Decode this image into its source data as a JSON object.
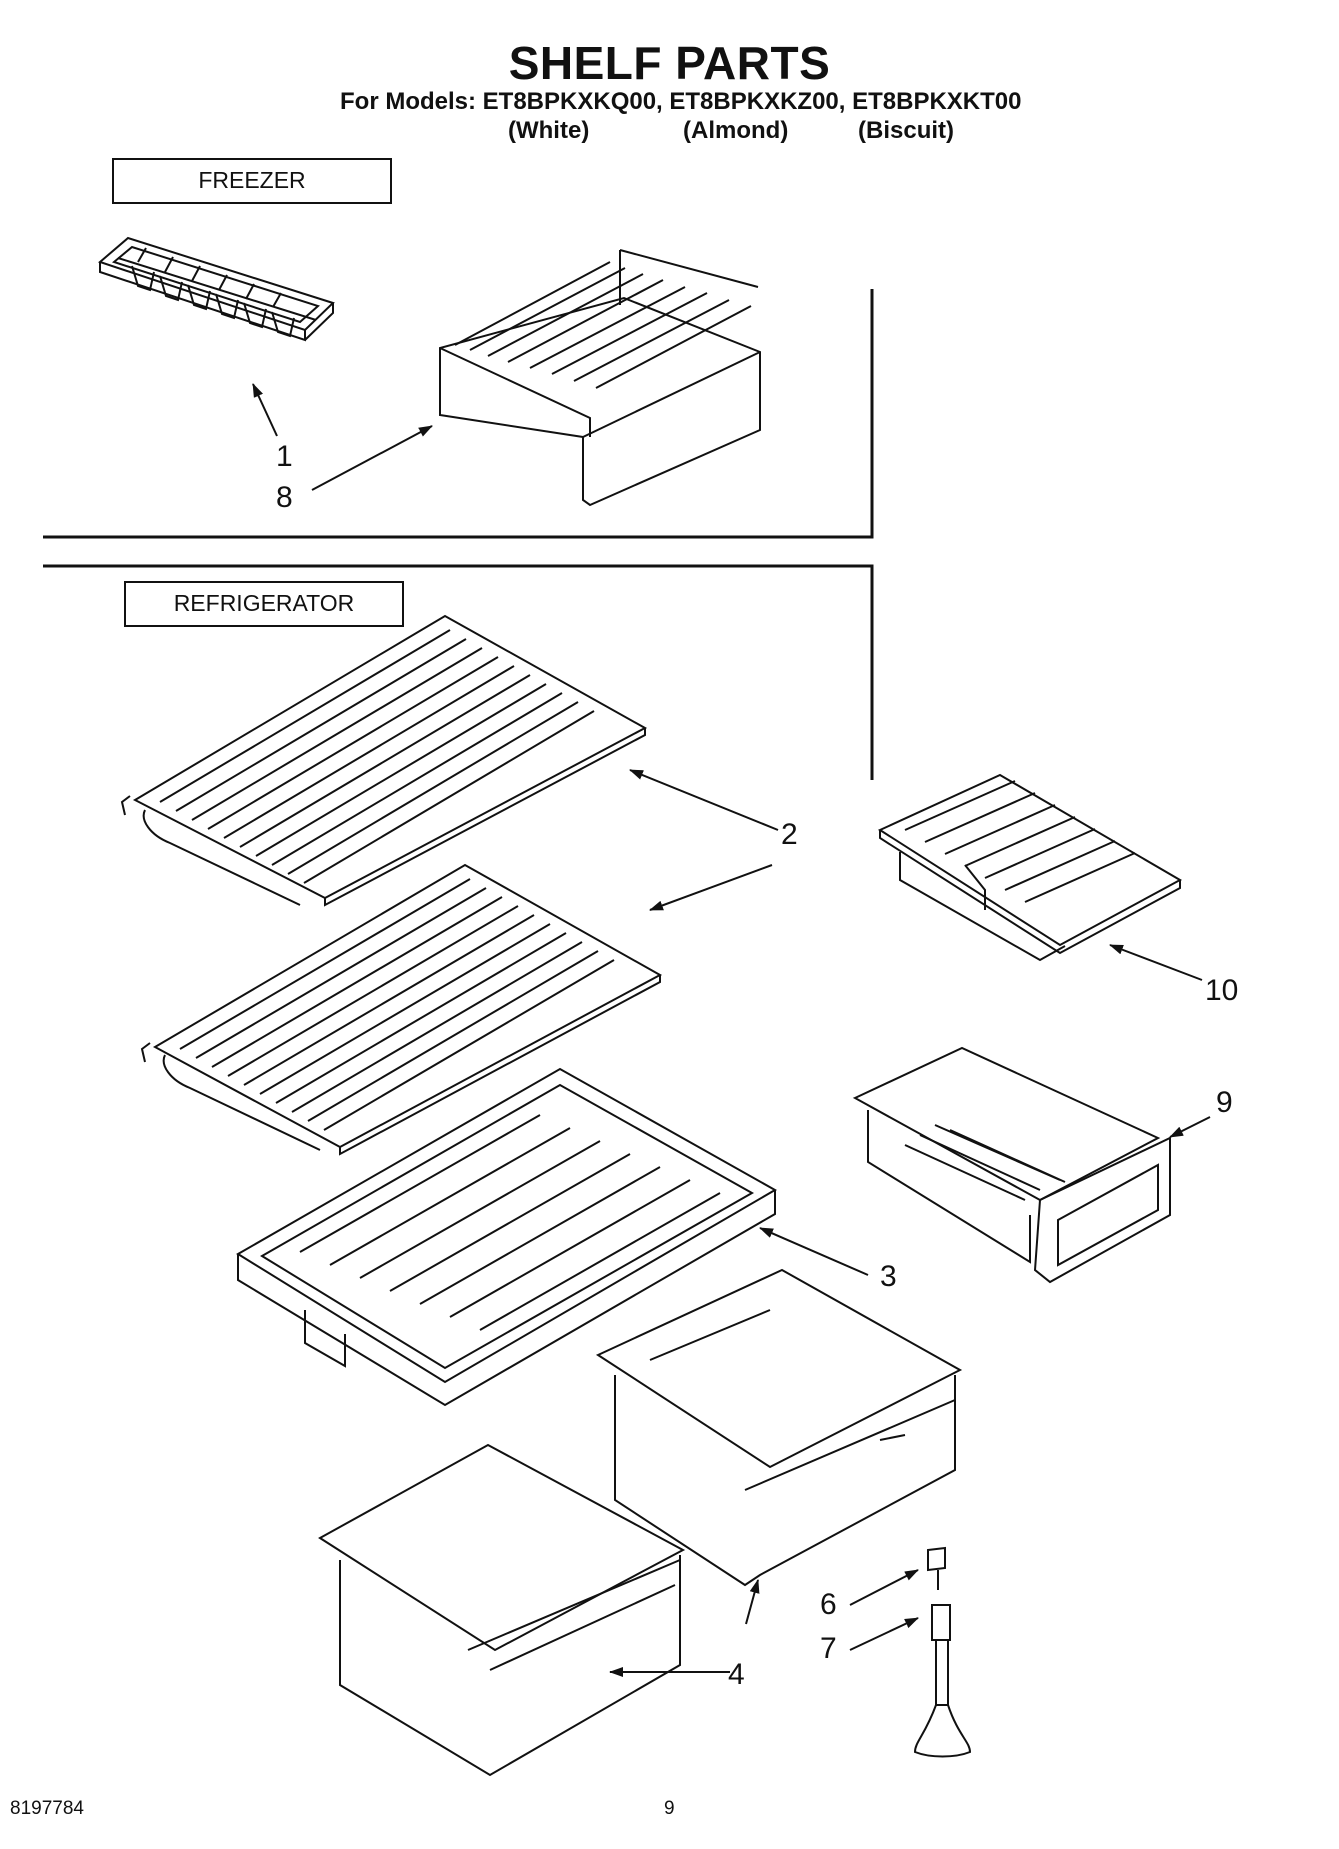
{
  "header": {
    "title": "SHELF PARTS",
    "models_line": "For Models: ET8BPKXKQ00, ET8BPKXKZ00, ET8BPKXKT00",
    "variants": [
      "(White)",
      "(Almond)",
      "(Biscuit)"
    ]
  },
  "sections": {
    "freezer": "FREEZER",
    "refrigerator": "REFRIGERATOR"
  },
  "callouts": [
    "1",
    "8",
    "2",
    "10",
    "9",
    "3",
    "6",
    "7",
    "4"
  ],
  "footer": {
    "doc_number": "8197784",
    "page_number": "9"
  }
}
